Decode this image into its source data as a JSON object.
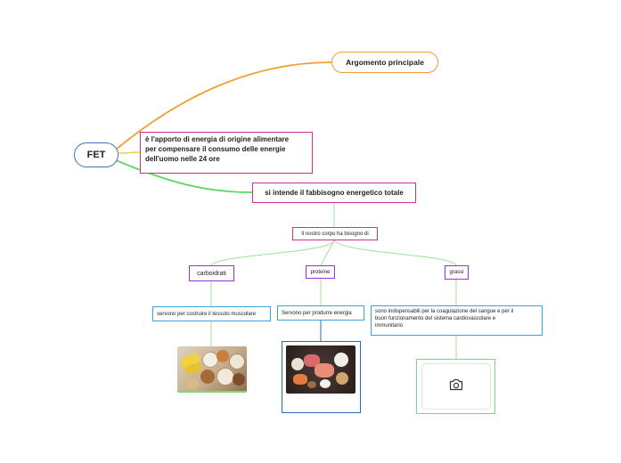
{
  "root": {
    "label": "FET"
  },
  "main_topic": {
    "label": "Argomento principale"
  },
  "definition": {
    "lines": [
      "è l'apporto di energia di origine alimentare",
      "per compensare il consumo delle energie",
      "dell'uomo nelle 24 ore"
    ]
  },
  "total_requirement": {
    "label": "si intende il fabbisogno energetico totale"
  },
  "body_needs": {
    "label": "Il nostro corpo ha bisogno di"
  },
  "nutrients": {
    "carbs": {
      "label": "carboidrati",
      "description": "servono per costruire il tessuto muscolare",
      "image": "carbohydrate-foods-photo"
    },
    "proteins": {
      "label": "proteine",
      "description": "Servono per produrre energia",
      "image": "protein-foods-photo"
    },
    "fats": {
      "label": "grassi",
      "description_lines": [
        "sono indispensabili per la coagulazione del sangue e per il",
        "buon funzionamento del sistema cardiovascolare e",
        "immunitario"
      ],
      "image": "camera-icon"
    }
  },
  "colors": {
    "root_border": "#3a74b8",
    "orange_branch": "#f0a030",
    "green_branch": "#5fd65f",
    "magenta_border": "#d0318c",
    "purple_border": "#9b32d6",
    "cyan_border": "#3aa6d8",
    "light_green_line": "#9be29b"
  }
}
